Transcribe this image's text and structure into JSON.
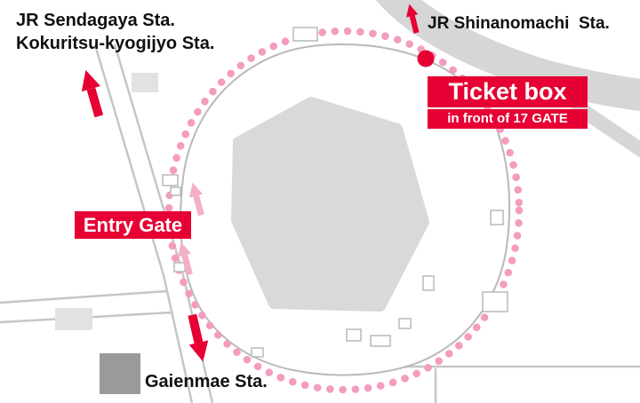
{
  "labels": {
    "sendagaya": "JR Sendagaya Sta.",
    "kokuritsu": "Kokuritsu-kyogijyo Sta.",
    "shinanomachi": "JR Shinanomachi  Sta.",
    "gaienmae": "Gaienmae Sta.",
    "entry_gate": "Entry Gate",
    "ticket_box": "Ticket box",
    "ticket_box_sub": "in front of 17 GATE"
  },
  "icons": {
    "direction_arrow": "▲",
    "route_dot": "●",
    "ticket_box_marker": "●"
  },
  "colors": {
    "accent_red": "#e60033",
    "route_pink": "#f49cc0",
    "arrow_pink": "#f3afc4",
    "road_gray": "#c6c6c6",
    "band_gray": "#d6d6d6",
    "building_gray": "#e2e2e2",
    "building_dark": "#9a9a9a",
    "field_gray": "#d9d9d9",
    "outline_gray": "#b9b9b9"
  }
}
